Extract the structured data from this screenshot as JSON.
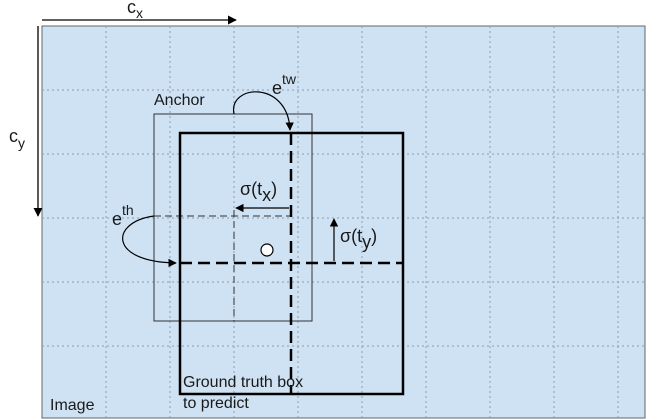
{
  "labels": {
    "image": "Image",
    "anchor": "Anchor",
    "ground_truth_line1": "Ground truth box",
    "ground_truth_line2": "to predict",
    "cx_base": "c",
    "cx_sub": "x",
    "cy_base": "c",
    "cy_sub": "y",
    "etw_base": "e",
    "etw_sup": "tw",
    "eth_base": "e",
    "eth_sup": "th",
    "sigma_tx_base": "σ(t",
    "sigma_tx_sub": "x",
    "sigma_tx_close": ")",
    "sigma_ty_base": "σ(t",
    "sigma_ty_sub": "y",
    "sigma_ty_close": ")"
  },
  "colors": {
    "image_fill": "#cfe2f3",
    "grid": "#8a9db0",
    "line": "#000000",
    "text": "#1a1a1a"
  }
}
